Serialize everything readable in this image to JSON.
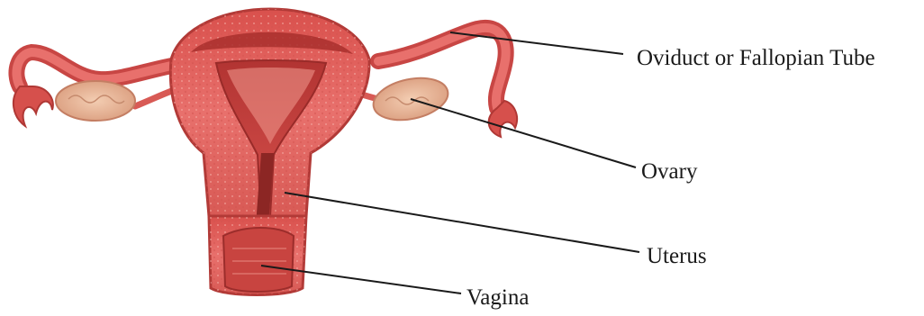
{
  "labels": {
    "oviduct": "Oviduct or Fallopian Tube",
    "ovary": "Ovary",
    "uterus": "Uterus",
    "vagina": "Vagina"
  },
  "colors": {
    "tissue": "#e8706c",
    "tissue_dark": "#c2403f",
    "tissue_light": "#f2a39b",
    "ovary": "#e8b796",
    "leader_line": "#1a1a1a"
  }
}
